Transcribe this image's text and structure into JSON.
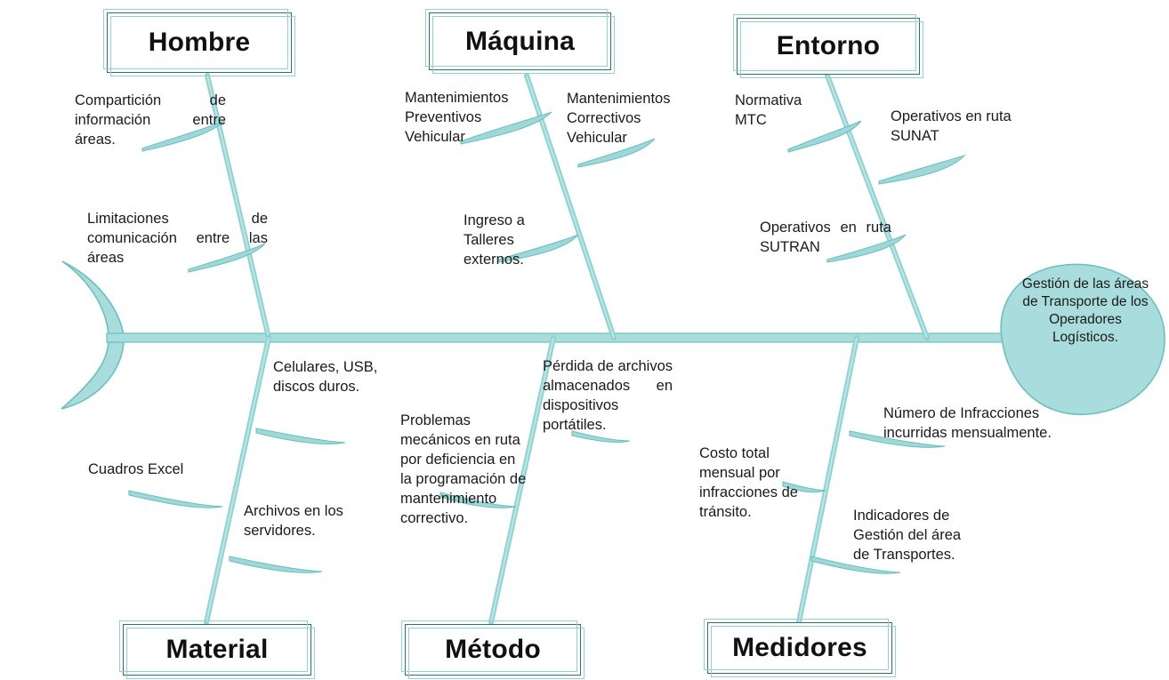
{
  "diagram": {
    "type": "fishbone-ishikawa",
    "title_text": "Gestión de las áreas de Transporte de los Operadores Logísticos.",
    "colors": {
      "bone": "#8fd2d2",
      "bone_dark": "#5bb3b3",
      "box_border": "#2f6f6f",
      "box_shadow_border": "#8ed4d4",
      "head_fill": "#a9dcdc",
      "text": "#1a1a1a"
    }
  },
  "effect": {
    "label": "Gestión de las áreas de Transporte de los Operadores Logísticos."
  },
  "categories": {
    "top": [
      {
        "id": "hombre",
        "label": "Hombre"
      },
      {
        "id": "maquina",
        "label": "Máquina"
      },
      {
        "id": "entorno",
        "label": "Entorno"
      }
    ],
    "bottom": [
      {
        "id": "material",
        "label": "Material"
      },
      {
        "id": "metodo",
        "label": "Método"
      },
      {
        "id": "medidores",
        "label": "Medidores"
      }
    ]
  },
  "causes": {
    "hombre": [
      {
        "id": "hombre-1",
        "text": "Compartición de información entre áreas."
      },
      {
        "id": "hombre-2",
        "text": "Limitaciones de comunicación entre las áreas"
      }
    ],
    "maquina": [
      {
        "id": "maquina-1",
        "text": "Mantenimientos Preventivos Vehicular"
      },
      {
        "id": "maquina-2",
        "text": "Mantenimientos Correctivos Vehicular"
      },
      {
        "id": "maquina-3",
        "text": "Ingreso a Talleres externos."
      }
    ],
    "entorno": [
      {
        "id": "entorno-1",
        "text": "Normativa MTC"
      },
      {
        "id": "entorno-2",
        "text": "Operativos en ruta SUNAT"
      },
      {
        "id": "entorno-3",
        "text": "Operativos en ruta SUTRAN"
      }
    ],
    "material": [
      {
        "id": "material-1",
        "text": "Celulares, USB, discos duros."
      },
      {
        "id": "material-2",
        "text": "Cuadros Excel"
      },
      {
        "id": "material-3",
        "text": "Archivos en los servidores."
      }
    ],
    "metodo": [
      {
        "id": "metodo-1",
        "text": "Pérdida de archivos almacenados en dispositivos portátiles."
      },
      {
        "id": "metodo-2",
        "text": "Problemas mecánicos en ruta por deficiencia en la programación de mantenimiento correctivo."
      }
    ],
    "medidores": [
      {
        "id": "medidores-1",
        "text": "Número de Infracciones incurridas mensualmente."
      },
      {
        "id": "medidores-2",
        "text": "Costo total mensual por infracciones de tránsito."
      },
      {
        "id": "medidores-3",
        "text": "Indicadores de Gestión del área de Transportes."
      }
    ]
  }
}
